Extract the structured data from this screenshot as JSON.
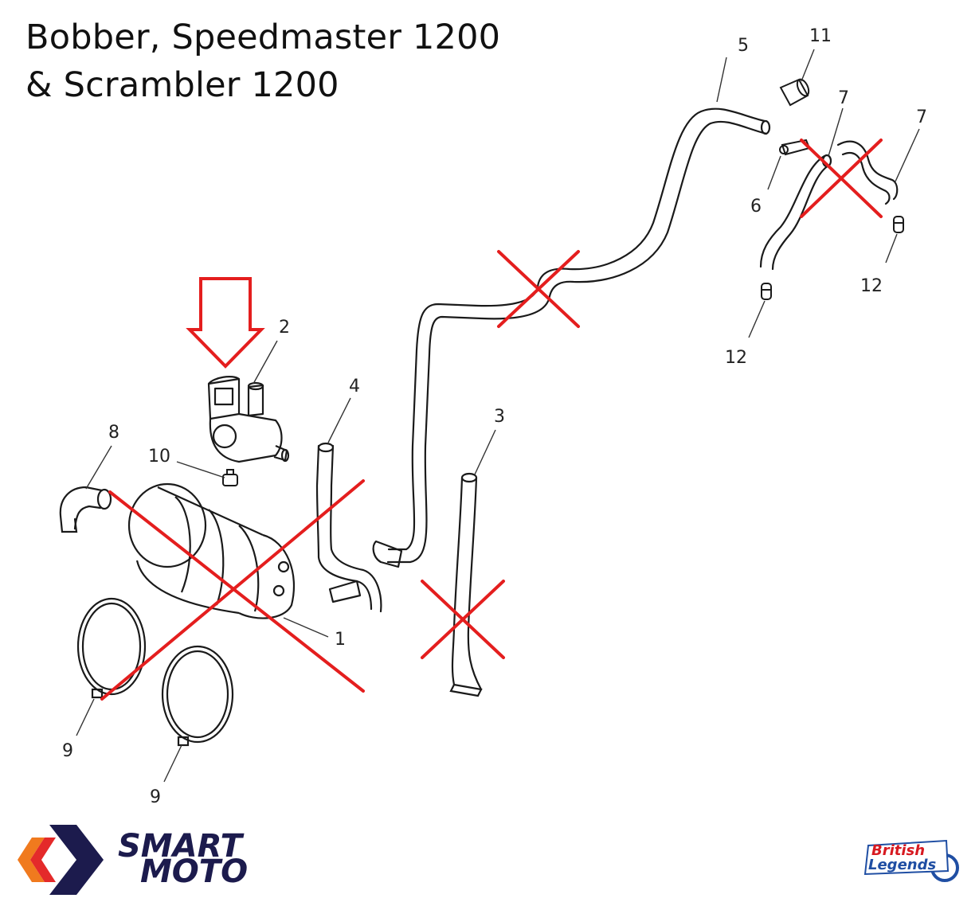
{
  "title": {
    "line1": "Bobber, Speedmaster 1200",
    "line2": "& Scrambler 1200"
  },
  "part_labels": [
    {
      "id": "p1",
      "text": "1"
    },
    {
      "id": "p2",
      "text": "2"
    },
    {
      "id": "p3",
      "text": "3"
    },
    {
      "id": "p4",
      "text": "4"
    },
    {
      "id": "p5",
      "text": "5"
    },
    {
      "id": "p6",
      "text": "6"
    },
    {
      "id": "p7a",
      "text": "7"
    },
    {
      "id": "p7b",
      "text": "7"
    },
    {
      "id": "p8",
      "text": "8"
    },
    {
      "id": "p9a",
      "text": "9"
    },
    {
      "id": "p9b",
      "text": "9"
    },
    {
      "id": "p10",
      "text": "10"
    },
    {
      "id": "p11",
      "text": "11"
    },
    {
      "id": "p12a",
      "text": "12"
    },
    {
      "id": "p12b",
      "text": "12"
    }
  ],
  "logos": {
    "smart_moto": {
      "line1": "SMART",
      "line2": "MOTO"
    },
    "british_legends": {
      "line1": "British",
      "line2": "Legends"
    }
  },
  "colors": {
    "cross_marks": "#e41e1e",
    "arrow": "#e41e1e",
    "line_art": "#1a1a1a",
    "smart_moto_navy": "#1c1b4d",
    "smart_moto_orange": "#f07a1e",
    "smart_moto_red": "#e42a2a",
    "british_legends_red": "#d71920",
    "british_legends_blue": "#1f4ea3"
  }
}
